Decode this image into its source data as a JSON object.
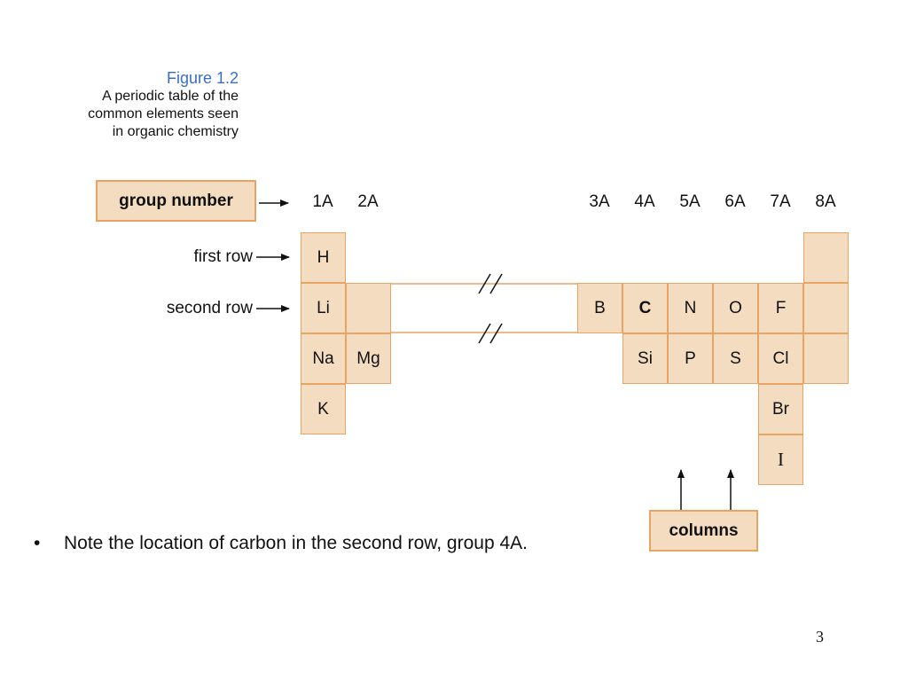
{
  "caption": {
    "figure_label": "Figure 1.2",
    "lines": [
      "A periodic table of the",
      "common elements seen",
      "in organic chemistry"
    ]
  },
  "labels": {
    "group_number": "group number",
    "first_row": "first row",
    "second_row": "second row",
    "columns": "columns"
  },
  "groups": [
    "1A",
    "2A",
    "3A",
    "4A",
    "5A",
    "6A",
    "7A",
    "8A"
  ],
  "elements": {
    "H": "H",
    "Li": "Li",
    "Na": "Na",
    "K": "K",
    "Mg": "Mg",
    "B": "B",
    "C": "C",
    "N": "N",
    "O": "O",
    "F": "F",
    "Si": "Si",
    "P": "P",
    "S": "S",
    "Cl": "Cl",
    "Br": "Br",
    "I": "I"
  },
  "note": "Note the location of carbon in the second row, group 4A.",
  "bullet": "•",
  "page_number": "3",
  "colors": {
    "cell_fill": "#f4dcc0",
    "cell_border": "#e8a463",
    "caption_accent": "#3a6fc0"
  }
}
